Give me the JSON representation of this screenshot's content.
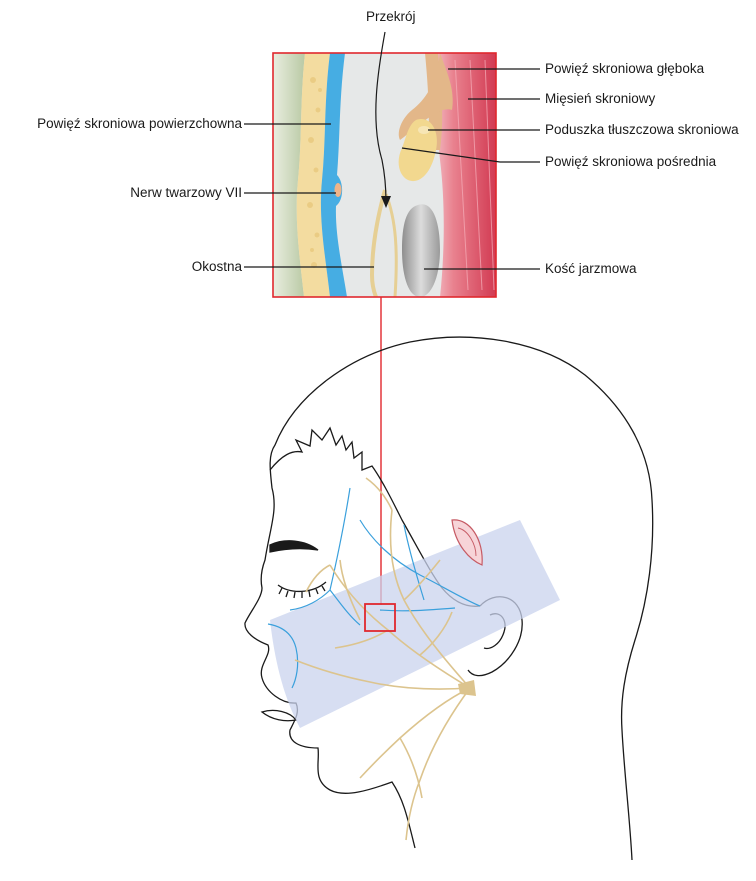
{
  "diagram": {
    "cross_section_title": "Przekrój",
    "labels_left": [
      {
        "id": "superficial-temporal-fascia",
        "text": "Powięź skroniowa powierzchowna"
      },
      {
        "id": "facial-nerve",
        "text": "Nerw twarzowy VII"
      },
      {
        "id": "periosteum",
        "text": "Okostna"
      }
    ],
    "labels_right": [
      {
        "id": "deep-temporal-fascia",
        "text": "Powięź skroniowa głęboka"
      },
      {
        "id": "temporal-muscle",
        "text": "Mięsień skroniowy"
      },
      {
        "id": "temporal-fat-pad",
        "text": "Poduszka tłuszczowa skroniowa"
      },
      {
        "id": "intermediate-temporal-fascia",
        "text": "Powięź skroniowa pośrednia"
      },
      {
        "id": "zygomatic-bone",
        "text": "Kość jarzmowa"
      }
    ],
    "colors": {
      "highlight_box": "#e0282e",
      "nerve": "#dcc48e",
      "vessel": "#3aa0dc",
      "zone": "#c9d3ee",
      "muscle": "#d9435a",
      "fat": "#f3dca0",
      "outline": "#1a1a1a"
    }
  }
}
